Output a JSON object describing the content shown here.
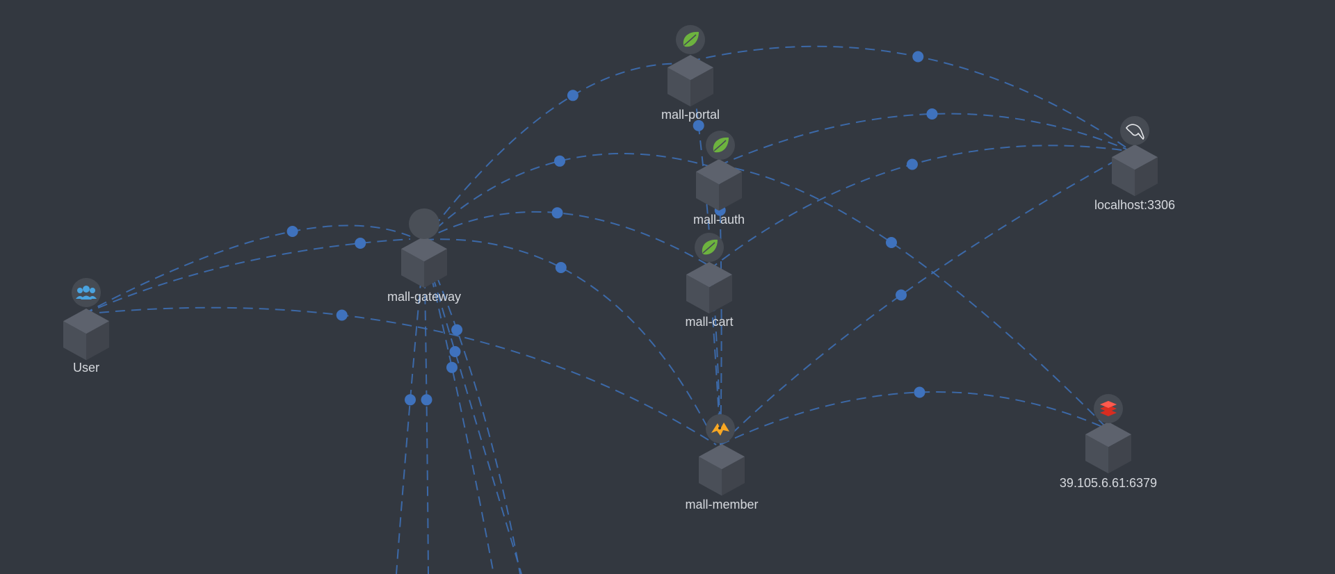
{
  "nodes": [
    {
      "id": "user",
      "label": "User",
      "icon": "users-icon"
    },
    {
      "id": "gateway",
      "label": "mall-gateway",
      "icon": "gateway-icon"
    },
    {
      "id": "portal",
      "label": "mall-portal",
      "icon": "spring-leaf-icon"
    },
    {
      "id": "auth",
      "label": "mall-auth",
      "icon": "spring-leaf-icon"
    },
    {
      "id": "cart",
      "label": "mall-cart",
      "icon": "spring-leaf-icon"
    },
    {
      "id": "member",
      "label": "mall-member",
      "icon": "tomcat-icon"
    },
    {
      "id": "mysql",
      "label": "localhost:3306",
      "icon": "mysql-dolphin-icon"
    },
    {
      "id": "redis",
      "label": "39.105.6.61:6379",
      "icon": "redis-icon"
    }
  ],
  "colors": {
    "background": "#333840",
    "edge": "#3d6fb4",
    "spring": "#6db33f",
    "users": "#4aa3df",
    "redis": "#d82c20",
    "tomcat": "#f8a723"
  }
}
